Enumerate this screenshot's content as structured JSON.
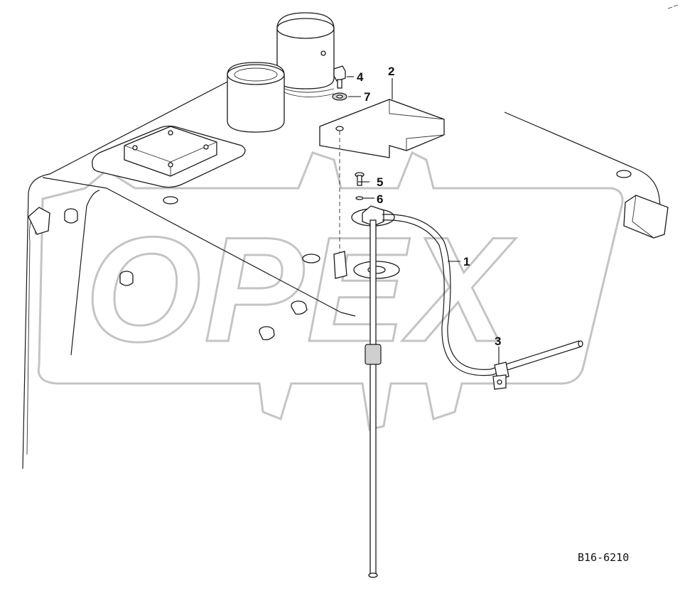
{
  "callouts": {
    "item_1": "1",
    "item_2": "2",
    "item_3": "3",
    "item_4": "4",
    "item_5": "5",
    "item_6": "6",
    "item_7": "7"
  },
  "drawing_number": "B16-6210",
  "watermark": "OPEX",
  "colors": {
    "line": "#1a1a1a",
    "watermark": "#c4c4c4",
    "background": "#ffffff"
  }
}
